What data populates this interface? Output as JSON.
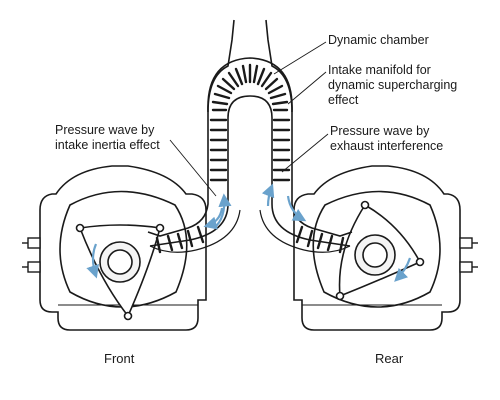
{
  "labels": {
    "dynamic_chamber": "Dynamic chamber",
    "intake_manifold": "Intake manifold for\ndynamic supercharging\neffect",
    "pressure_inertia": "Pressure wave by\nintake inertia effect",
    "pressure_exhaust": "Pressure wave by\nexhaust interference",
    "front": "Front",
    "rear": "Rear"
  },
  "colors": {
    "line": "#1a1a1a",
    "arrow": "#6aa2cc",
    "shade": "#f2f2f2"
  }
}
